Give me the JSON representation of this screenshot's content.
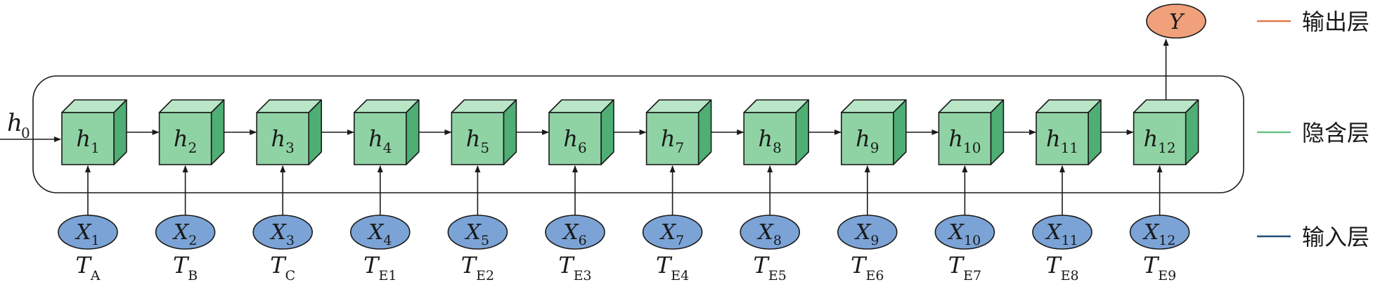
{
  "legend": [
    {
      "label": "输出层",
      "color": "#e07b4a"
    },
    {
      "label": "隐含层",
      "color": "#66c28a"
    },
    {
      "label": "输入层",
      "color": "#1f4e79"
    }
  ],
  "initial_state": {
    "symbol": "h",
    "sub": "0"
  },
  "output": {
    "symbol": "Y"
  },
  "colors": {
    "cube_front": "#8fd3a5",
    "cube_top": "#b8e6c6",
    "cube_side": "#4fae74",
    "cube_stroke": "#1a1a1a",
    "input_fill": "#7ba3d6",
    "output_fill": "#f0a07a",
    "line": "#1a1a1a"
  },
  "steps": [
    {
      "hidden": {
        "symbol": "h",
        "sub": "1"
      },
      "input": {
        "symbol": "X",
        "sub": "1"
      },
      "time": {
        "symbol": "T",
        "sub": "A"
      }
    },
    {
      "hidden": {
        "symbol": "h",
        "sub": "2"
      },
      "input": {
        "symbol": "X",
        "sub": "2"
      },
      "time": {
        "symbol": "T",
        "sub": "B"
      }
    },
    {
      "hidden": {
        "symbol": "h",
        "sub": "3"
      },
      "input": {
        "symbol": "X",
        "sub": "3"
      },
      "time": {
        "symbol": "T",
        "sub": "C"
      }
    },
    {
      "hidden": {
        "symbol": "h",
        "sub": "4"
      },
      "input": {
        "symbol": "X",
        "sub": "4"
      },
      "time": {
        "symbol": "T",
        "sub": "E1"
      }
    },
    {
      "hidden": {
        "symbol": "h",
        "sub": "5"
      },
      "input": {
        "symbol": "X",
        "sub": "5"
      },
      "time": {
        "symbol": "T",
        "sub": "E2"
      }
    },
    {
      "hidden": {
        "symbol": "h",
        "sub": "6"
      },
      "input": {
        "symbol": "X",
        "sub": "6"
      },
      "time": {
        "symbol": "T",
        "sub": "E3"
      }
    },
    {
      "hidden": {
        "symbol": "h",
        "sub": "7"
      },
      "input": {
        "symbol": "X",
        "sub": "7"
      },
      "time": {
        "symbol": "T",
        "sub": "E4"
      }
    },
    {
      "hidden": {
        "symbol": "h",
        "sub": "8"
      },
      "input": {
        "symbol": "X",
        "sub": "8"
      },
      "time": {
        "symbol": "T",
        "sub": "E5"
      }
    },
    {
      "hidden": {
        "symbol": "h",
        "sub": "9"
      },
      "input": {
        "symbol": "X",
        "sub": "9"
      },
      "time": {
        "symbol": "T",
        "sub": "E6"
      }
    },
    {
      "hidden": {
        "symbol": "h",
        "sub": "10"
      },
      "input": {
        "symbol": "X",
        "sub": "10"
      },
      "time": {
        "symbol": "T",
        "sub": "E7"
      }
    },
    {
      "hidden": {
        "symbol": "h",
        "sub": "11"
      },
      "input": {
        "symbol": "X",
        "sub": "11"
      },
      "time": {
        "symbol": "T",
        "sub": "E8"
      }
    },
    {
      "hidden": {
        "symbol": "h",
        "sub": "12"
      },
      "input": {
        "symbol": "X",
        "sub": "12"
      },
      "time": {
        "symbol": "T",
        "sub": "E9"
      }
    }
  ]
}
